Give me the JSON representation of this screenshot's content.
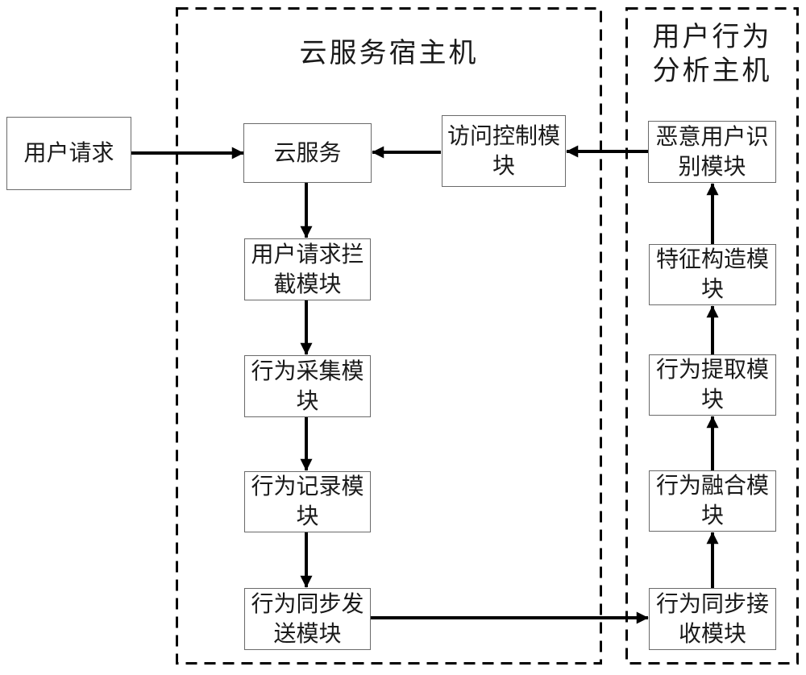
{
  "diagram": {
    "type": "flowchart",
    "background_color": "#ffffff",
    "arrow_color": "#000000",
    "container_border_color": "#000000",
    "box_border_color": "#6a6a6a",
    "text_color": "#1a1a1a"
  },
  "containers": {
    "cloud_host": {
      "title": "云服务宿主机"
    },
    "analysis_host": {
      "title": "用户行为分析主机",
      "title_lines": [
        "用户行为",
        "分析主机"
      ]
    }
  },
  "nodes": {
    "user_request": {
      "label": "用户请求",
      "lines": [
        "用户请求"
      ]
    },
    "cloud_service": {
      "label": "云服务",
      "lines": [
        "云服务"
      ]
    },
    "access_control": {
      "label": "访问控制模块",
      "lines": [
        "访问控制模",
        "块"
      ]
    },
    "malicious_user_recognition": {
      "label": "恶意用户识别模块",
      "lines": [
        "恶意用户识",
        "别模块"
      ]
    },
    "request_interception": {
      "label": "用户请求拦截模块",
      "lines": [
        "用户请求拦",
        "截模块"
      ]
    },
    "behavior_collection": {
      "label": "行为采集模块",
      "lines": [
        "行为采集模",
        "块"
      ]
    },
    "behavior_recording": {
      "label": "行为记录模块",
      "lines": [
        "行为记录模",
        "块"
      ]
    },
    "behavior_sync_send": {
      "label": "行为同步发送模块",
      "lines": [
        "行为同步发",
        "送模块"
      ]
    },
    "feature_construction": {
      "label": "特征构造模块",
      "lines": [
        "特征构造模",
        "块"
      ]
    },
    "behavior_extraction": {
      "label": "行为提取模块",
      "lines": [
        "行为提取模",
        "块"
      ]
    },
    "behavior_fusion": {
      "label": "行为融合模块",
      "lines": [
        "行为融合模",
        "块"
      ]
    },
    "behavior_sync_receive": {
      "label": "行为同步接收模块",
      "lines": [
        "行为同步接",
        "收模块"
      ]
    }
  },
  "connections": [
    {
      "from": "user_request",
      "to": "cloud_service"
    },
    {
      "from": "access_control",
      "to": "cloud_service"
    },
    {
      "from": "malicious_user_recognition",
      "to": "access_control"
    },
    {
      "from": "cloud_service",
      "to": "request_interception"
    },
    {
      "from": "request_interception",
      "to": "behavior_collection"
    },
    {
      "from": "behavior_collection",
      "to": "behavior_recording"
    },
    {
      "from": "behavior_recording",
      "to": "behavior_sync_send"
    },
    {
      "from": "behavior_sync_send",
      "to": "behavior_sync_receive"
    },
    {
      "from": "behavior_sync_receive",
      "to": "behavior_fusion"
    },
    {
      "from": "behavior_fusion",
      "to": "behavior_extraction"
    },
    {
      "from": "behavior_extraction",
      "to": "feature_construction"
    },
    {
      "from": "feature_construction",
      "to": "malicious_user_recognition"
    }
  ]
}
